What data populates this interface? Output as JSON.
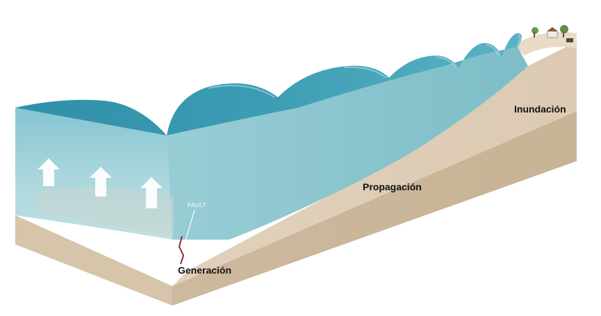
{
  "labels": {
    "fault": "FAULT",
    "generation": "Generación",
    "propagation": "Propagación",
    "inundation": "Inundación"
  },
  "colors": {
    "water_surface": "#3f9fb5",
    "water_body": "#9ccfd6",
    "sand": "#d9c8b2",
    "sand_shadow": "#c4b29a",
    "arrow": "#ffffff",
    "fault_mark": "#8a2a2a"
  },
  "icons": {
    "uplift_arrows": "up-arrow-icon",
    "coast_scene": "coastal-houses-trees"
  }
}
